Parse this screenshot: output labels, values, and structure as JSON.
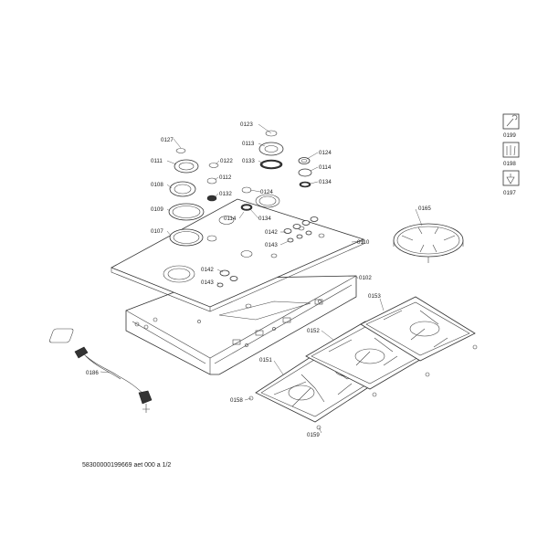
{
  "labels": {
    "p0123": "0123",
    "p0127": "0127",
    "p0113": "0113",
    "p0124a": "0124",
    "p0111": "0111",
    "p0122": "0122",
    "p0133": "0133",
    "p0114a": "0114",
    "p0112": "0112",
    "p0108": "0108",
    "p0132": "0132",
    "p0124b": "0124",
    "p0134a": "0134",
    "p0109": "0109",
    "p0114b": "0114",
    "p0134b": "0134",
    "p0107": "0107",
    "p0142a": "0142",
    "p0143a": "0143",
    "p0110": "0110",
    "p0142b": "0142",
    "p0143b": "0143",
    "p0102": "0102",
    "p0165": "0165",
    "p0153": "0153",
    "p0152": "0152",
    "p0151": "0151",
    "p0186": "0186",
    "p0158": "0158",
    "p0159": "0159"
  },
  "legend": {
    "l0199": "0199",
    "l0198": "0198",
    "l0197": "0197"
  },
  "footer": {
    "doc_id": "58300000199669 aet 000 a 1/2"
  }
}
